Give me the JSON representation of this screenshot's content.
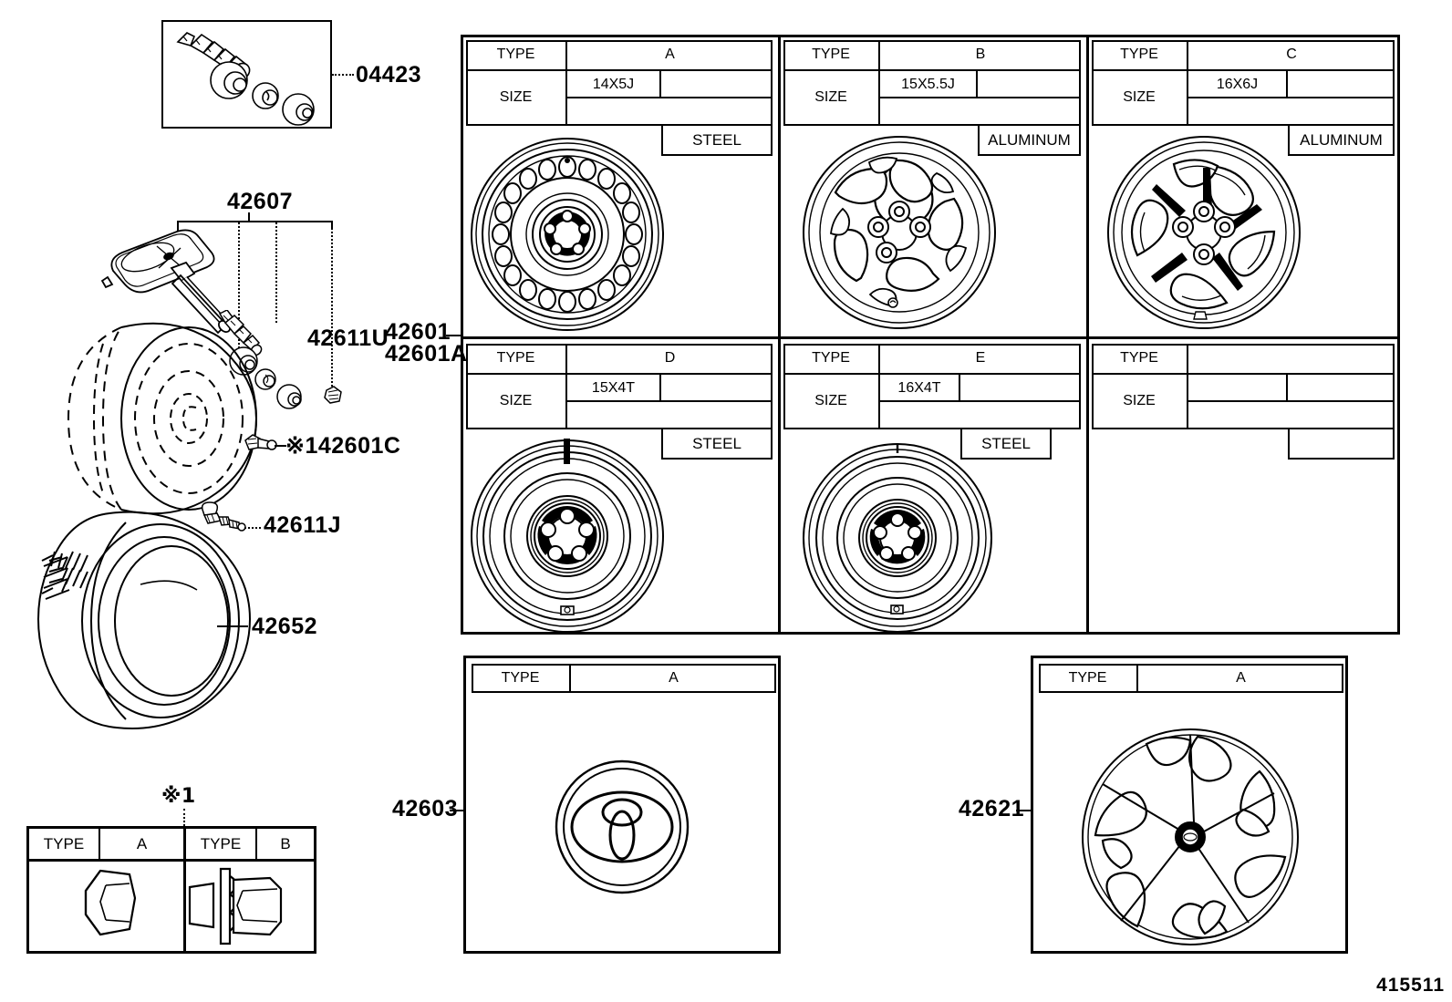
{
  "diagram": {
    "footer_code": "415511",
    "note_marker": "※1"
  },
  "callouts": {
    "valve_repair_kit": "04423",
    "tpms_sensor": "42607",
    "valve_nut": "42611U",
    "wheel_main": "42601",
    "wheel_main_alt": "42601A",
    "balance_weight": "※142601C",
    "tire_valve": "42611J",
    "tire": "42652",
    "center_cap": "42603",
    "wheel_cover": "42621"
  },
  "wheel_table": {
    "header_type": "TYPE",
    "header_size": "SIZE",
    "entries": [
      {
        "type": "A",
        "size": "14X5J",
        "material": "STEEL",
        "wheel_style": "steel-20-hole"
      },
      {
        "type": "B",
        "size": "15X5.5J",
        "material": "ALUMINUM",
        "wheel_style": "alloy-10-spoke-twist"
      },
      {
        "type": "C",
        "size": "16X6J",
        "material": "ALUMINUM",
        "wheel_style": "alloy-5-spoke-split"
      },
      {
        "type": "D",
        "size": "15X4T",
        "material": "STEEL",
        "wheel_style": "steel-spare-slot"
      },
      {
        "type": "E",
        "size": "16X4T",
        "material": "STEEL",
        "wheel_style": "steel-spare-plain"
      },
      {
        "type": "",
        "size": "",
        "material": "",
        "wheel_style": ""
      }
    ]
  },
  "nut_table": {
    "header_type": "TYPE",
    "entries": [
      {
        "type": "A",
        "icon": "hex-nut-icon"
      },
      {
        "type": "B",
        "icon": "flanged-nut-icon"
      }
    ]
  },
  "center_cap_table": {
    "header_type": "TYPE",
    "type_value": "A",
    "icon": "toyota-emblem-icon"
  },
  "wheel_cover_table": {
    "header_type": "TYPE",
    "type_value": "A",
    "icon": "wheel-cover-icon"
  }
}
